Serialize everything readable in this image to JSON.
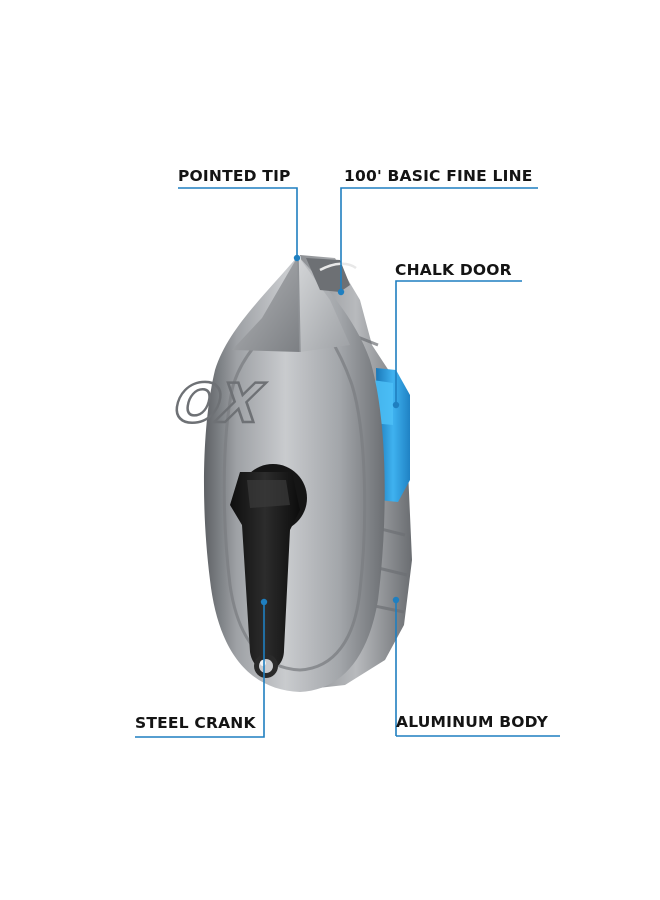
{
  "callouts": {
    "pointed_tip": "POINTED TIP",
    "fine_line": "100' BASIC FINE LINE",
    "chalk_door": "CHALK DOOR",
    "steel_crank": "STEEL CRANK",
    "aluminum_body": "ALUMINUM BODY"
  },
  "logo": {
    "text": "OX"
  },
  "colors": {
    "accent": "#1f7fc0",
    "label_text": "#141414",
    "body_silver": "#9a9da1",
    "door_blue": "#2f9fe0",
    "crank_black": "#1a1a1a"
  }
}
